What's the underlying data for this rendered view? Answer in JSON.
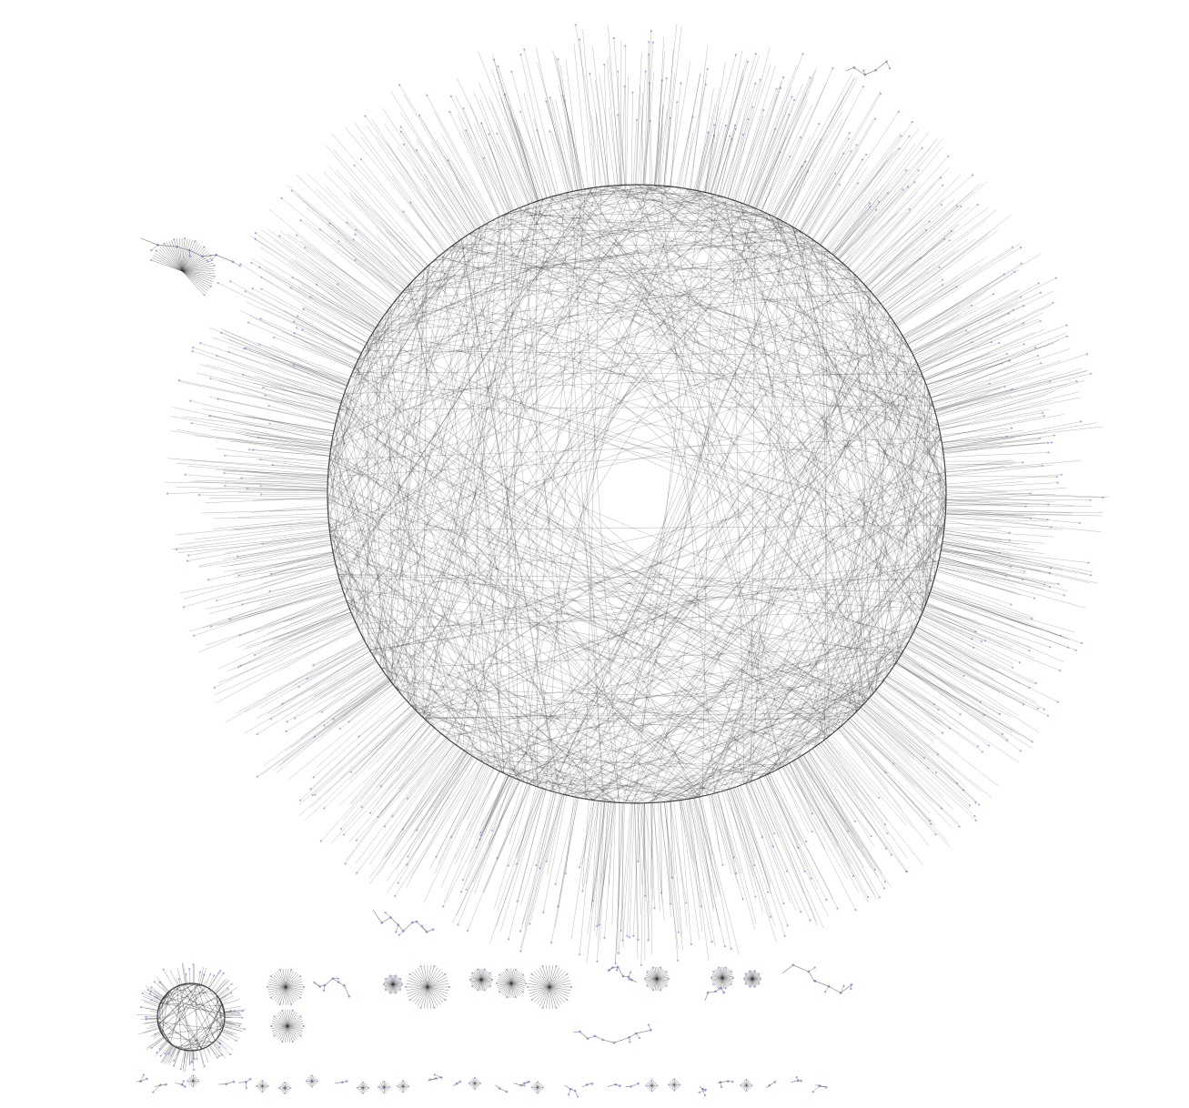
{
  "diagram": {
    "type": "network-graph",
    "layout": "circular",
    "background": "#ffffff",
    "edge_color": "#2a2a2a",
    "node_color": "#8c89d6",
    "components": [
      {
        "id": "main-ring",
        "kind": "large-circular-component"
      },
      {
        "id": "left-cluster",
        "kind": "small-fan-cluster"
      },
      {
        "id": "small-ring",
        "kind": "small-circular-component"
      },
      {
        "id": "fan-clusters",
        "kind": "small-fan-clusters"
      },
      {
        "id": "tree-fragments",
        "kind": "tree-like-components"
      },
      {
        "id": "bottom-strip",
        "kind": "tiny-disconnected-components"
      }
    ]
  }
}
